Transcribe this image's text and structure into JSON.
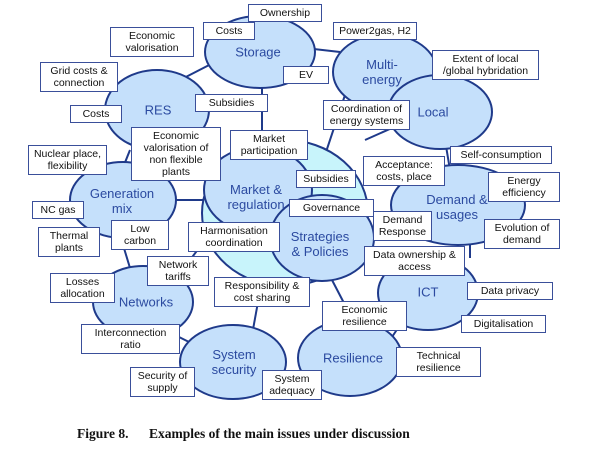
{
  "diagram": {
    "nodes": {
      "storage": "Storage",
      "multi_energy": "Multi-\nenergy",
      "res": "RES",
      "local": "Local",
      "generation_mix": "Generation\nmix",
      "market_regulation": "Market &\nregulation",
      "strategies_policies": "Strategies\n& Policies",
      "demand_usages": "Demand &\nusages",
      "networks": "Networks",
      "ict": "ICT",
      "system_security": "System\nsecurity",
      "resilience": "Resilience"
    },
    "tags": {
      "ownership": "Ownership",
      "costs_storage": "Costs",
      "power2gas": "Power2gas, H2",
      "economic_valorisation": "Economic\nvalorisation",
      "ev": "EV",
      "extent_hybridation": "Extent of local\n/global hybridation",
      "grid_costs": "Grid costs &\nconnection",
      "subsidies_res": "Subsidies",
      "coordination": "Coordination of\nenergy systems",
      "costs_res": "Costs",
      "econ_val_nonflex": "Economic\nvalorisation of\nnon flexible\nplants",
      "market_participation": "Market\nparticipation",
      "nuclear": "Nuclear place,\nflexibility",
      "self_consumption": "Self-consumption",
      "acceptance": "Acceptance:\ncosts, place",
      "subsidies_center": "Subsidies",
      "energy_efficiency": "Energy\nefficiency",
      "nc_gas": "NC gas",
      "governance": "Governance",
      "demand_response": "Demand\nResponse",
      "thermal": "Thermal\nplants",
      "low_carbon": "Low\ncarbon",
      "harmonisation": "Harmonisation\ncoordination",
      "evolution_demand": "Evolution of\ndemand",
      "data_ownership": "Data ownership &\naccess",
      "network_tariffs": "Network\ntariffs",
      "losses": "Losses\nallocation",
      "responsibility": "Responsibility &\ncost sharing",
      "data_privacy": "Data privacy",
      "economic_resilience": "Economic\nresilience",
      "digitalisation": "Digitalisation",
      "interconnection": "Interconnection\nratio",
      "technical_resilience": "Technical\nresilience",
      "security_supply": "Security of\nsupply",
      "system_adequacy": "System\nadequacy"
    }
  },
  "caption": {
    "number": "Figure 8.",
    "text": "Examples of the main issues under discussion"
  }
}
